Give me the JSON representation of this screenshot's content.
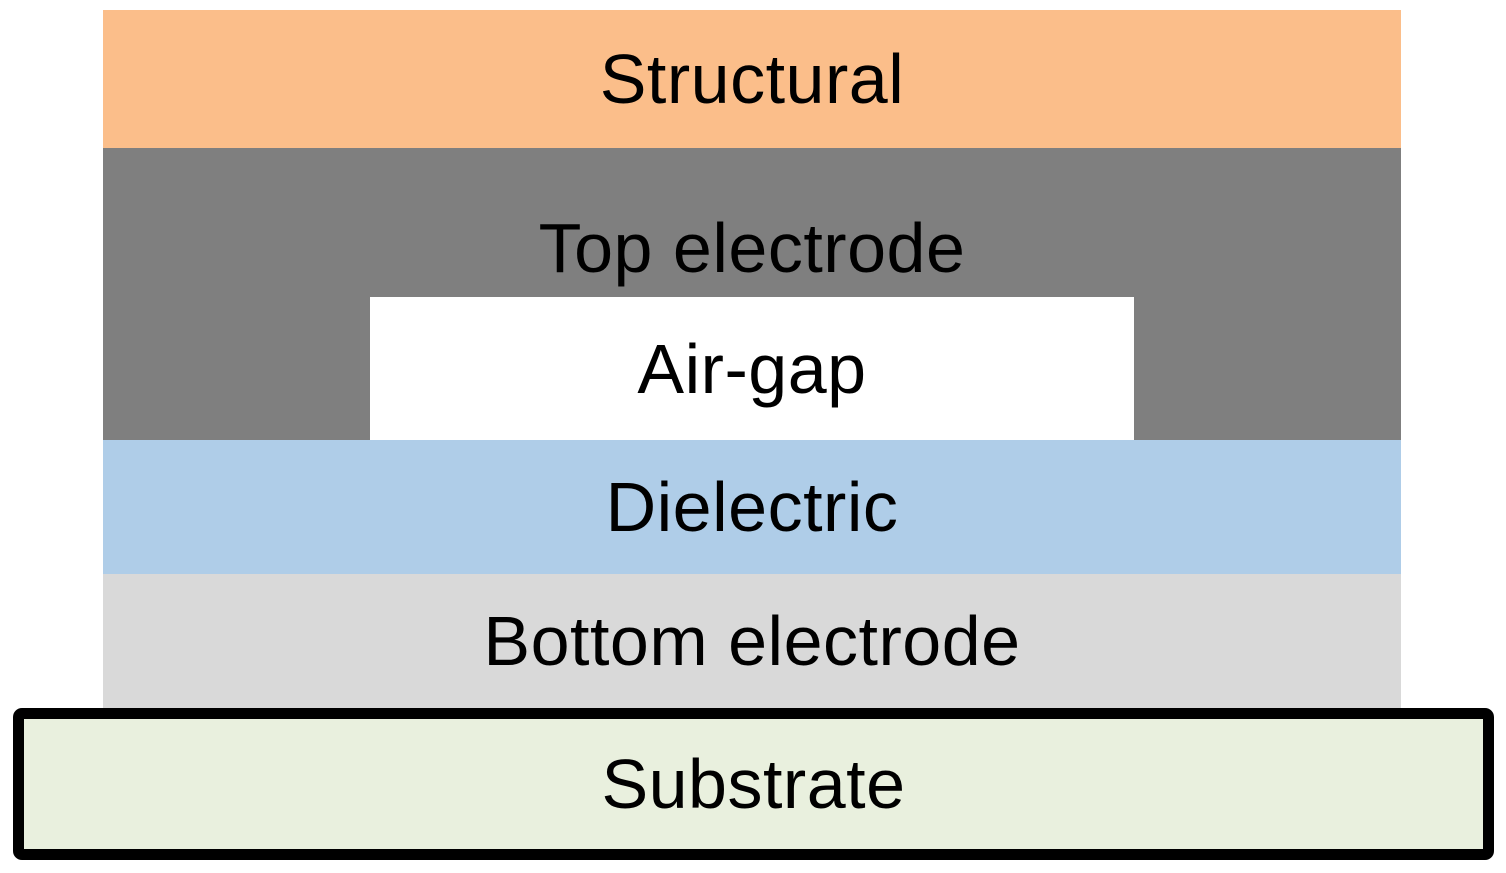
{
  "diagram": {
    "type": "layer-stack-cross-section",
    "background_color": "#FFFFFF",
    "text_color": "#000000",
    "layers": [
      {
        "id": "structural",
        "label": "Structural",
        "color": "#FBBE8A"
      },
      {
        "id": "top-electrode",
        "label": "Top electrode",
        "color": "#7F7F7F"
      },
      {
        "id": "air-gap",
        "label": "Air-gap",
        "color": "#FFFFFF"
      },
      {
        "id": "dielectric",
        "label": "Dielectric",
        "color": "#AFCDE8"
      },
      {
        "id": "bottom-electrode",
        "label": "Bottom electrode",
        "color": "#D9D9D9"
      },
      {
        "id": "substrate",
        "label": "Substrate",
        "color": "#E9F0DE",
        "border_color": "#000000"
      }
    ]
  }
}
